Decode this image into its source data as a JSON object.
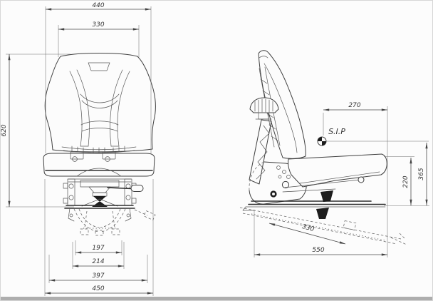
{
  "front_view": {
    "dims": {
      "overall_width": "440",
      "backrest_width": "330",
      "overall_height": "620",
      "inner_width": "197",
      "mid_width": "214",
      "frame_width": "397",
      "base_width": "450"
    }
  },
  "side_view": {
    "sip_label": "S.I.P",
    "dims": {
      "sip_offset": "270",
      "cushion_height": "220",
      "sip_height": "365",
      "travel": "330",
      "overall_depth": "550"
    }
  }
}
